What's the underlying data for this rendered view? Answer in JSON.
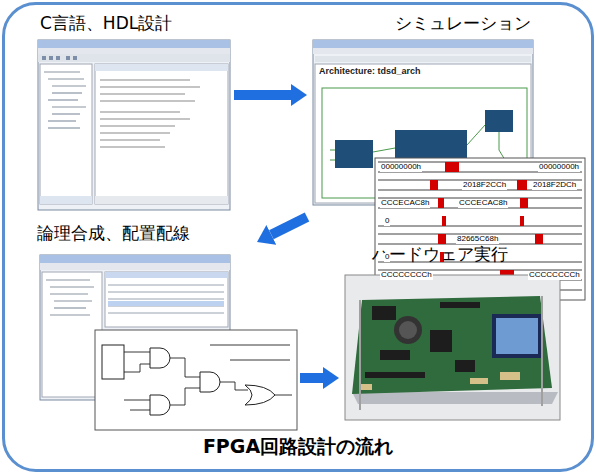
{
  "diagram": {
    "nodes": [
      {
        "text": [
          "FPGA回路設計の流れ"
        ]
      },
      {
        "text": [
          "C言語、HDL設計"
        ],
        "in": 0
      },
      {
        "text": [
          "シミュレーション"
        ],
        "in": 0
      },
      {
        "text": [
          "論理合成、配置配線"
        ],
        "in": 0
      },
      {
        "text": [
          "ハードウェア実行"
        ],
        "in": 0
      }
    ],
    "edges": [
      {
        "from": 1,
        "to": 2,
        "arrow": "to"
      },
      {
        "from": 2,
        "to": 3,
        "arrow": "to"
      },
      {
        "from": 3,
        "to": 4,
        "arrow": "to"
      }
    ],
    "labels": [
      "00000000h",
      "00000000h",
      "2018F2CCh",
      "2018F2DCh",
      "CCCECAC8h",
      "CCCECAC8h",
      "0",
      "82665C68h",
      "0",
      "CCCCCCCCh",
      "CCCCCCCCh",
      "Architecture: tdsd_arch"
    ]
  }
}
